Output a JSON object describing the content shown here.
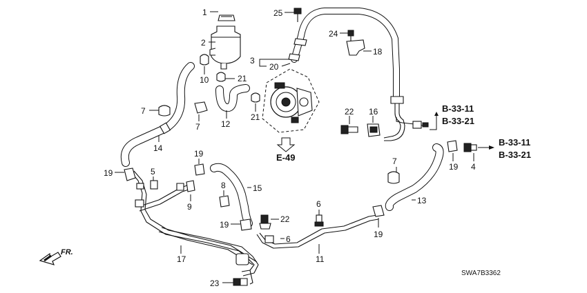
{
  "diagram": {
    "code": "SWA7B3362",
    "front_label": "FR.",
    "section_ref": "E-49",
    "refs": {
      "pump_top": [
        "B-33-11",
        "B-33-21"
      ],
      "pump_right": [
        "B-33-11",
        "B-33-21"
      ]
    },
    "callouts": {
      "c1": "1",
      "c2": "2",
      "c3": "3",
      "c20": "20",
      "c25": "25",
      "c24": "24",
      "c18": "18",
      "c10": "10",
      "c21a": "21",
      "c21b": "21",
      "c12": "12",
      "c7a": "7",
      "c7b": "7",
      "c7c": "7",
      "c14": "14",
      "c22a": "22",
      "c16": "16",
      "c19a": "19",
      "c19b": "19",
      "c19c": "19",
      "c19d": "19",
      "c19e": "19",
      "c4": "4",
      "c5": "5",
      "c9": "9",
      "c8": "8",
      "c15": "15",
      "c13": "13",
      "c6a": "6",
      "c6b": "6",
      "c22b": "22",
      "c11": "11",
      "c17": "17",
      "c23": "23"
    }
  }
}
